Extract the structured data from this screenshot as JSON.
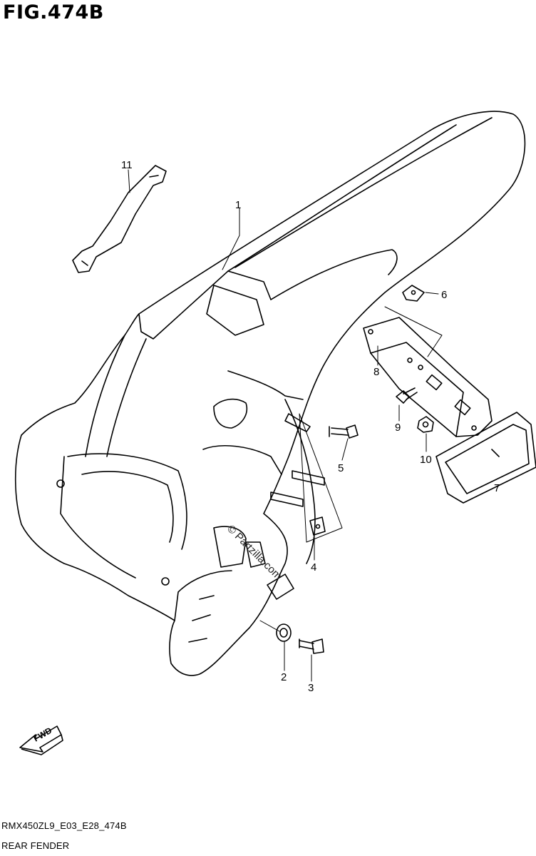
{
  "figure": {
    "title": "FIG.474B",
    "code": "RMX450ZL9_E03_E28_474B",
    "caption": "REAR FENDER"
  },
  "watermark": "© Partzilla.com",
  "direction_marker": {
    "label": "FWD"
  },
  "callouts": [
    "1",
    "2",
    "3",
    "4",
    "5",
    "6",
    "7",
    "8",
    "9",
    "10",
    "11"
  ]
}
